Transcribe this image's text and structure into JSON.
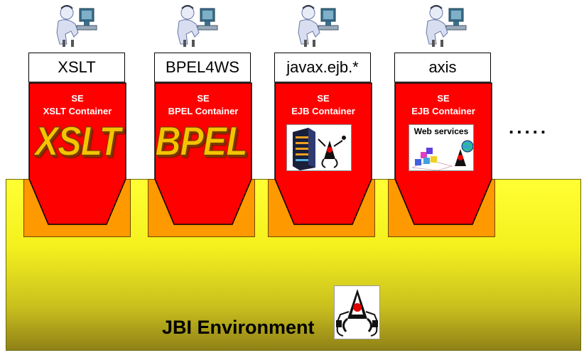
{
  "containers": [
    {
      "label": "XSLT",
      "se": "SE",
      "name": "XSLT Container",
      "logo": "XSLT"
    },
    {
      "label": "BPEL4WS",
      "se": "SE",
      "name": "BPEL Container",
      "logo": "BPEL"
    },
    {
      "label": "javax.ejb.*",
      "se": "SE",
      "name": "EJB Container",
      "image": "server-duke-icon"
    },
    {
      "label": "axis",
      "se": "SE",
      "name": "EJB Container",
      "image": "web-services-duke-icon",
      "image_caption": "Web services"
    }
  ],
  "ellipsis": ".....",
  "environment": {
    "title": "JBI Environment",
    "icon": "duke-plug-icon"
  },
  "colors": {
    "container_red": "#ff0000",
    "slot_orange": "#ff9900",
    "environment_yellow": "#ffff33",
    "logo_gold": "#f5c400"
  }
}
